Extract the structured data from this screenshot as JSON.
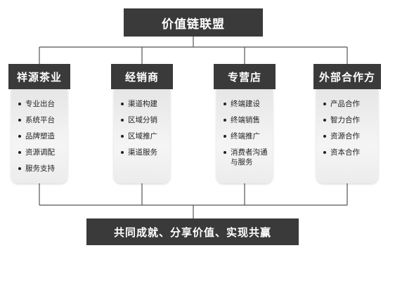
{
  "title": "价值链联盟",
  "columns": [
    {
      "header": "祥源茶业",
      "items": [
        "专业出台",
        "系统平台",
        "品牌塑造",
        "资源调配",
        "服务支持"
      ]
    },
    {
      "header": "经销商",
      "items": [
        "渠道构建",
        "区域分销",
        "区域推广",
        "渠道服务"
      ]
    },
    {
      "header": "专营店",
      "items": [
        "终端建设",
        "终端销售",
        "终端推广",
        "消费者沟通与服务"
      ]
    },
    {
      "header": "外部合作方",
      "items": [
        "产品合作",
        "智力合作",
        "资源合作",
        "资本合作"
      ]
    }
  ],
  "footer": "共同成就、分享价值、实现共赢"
}
